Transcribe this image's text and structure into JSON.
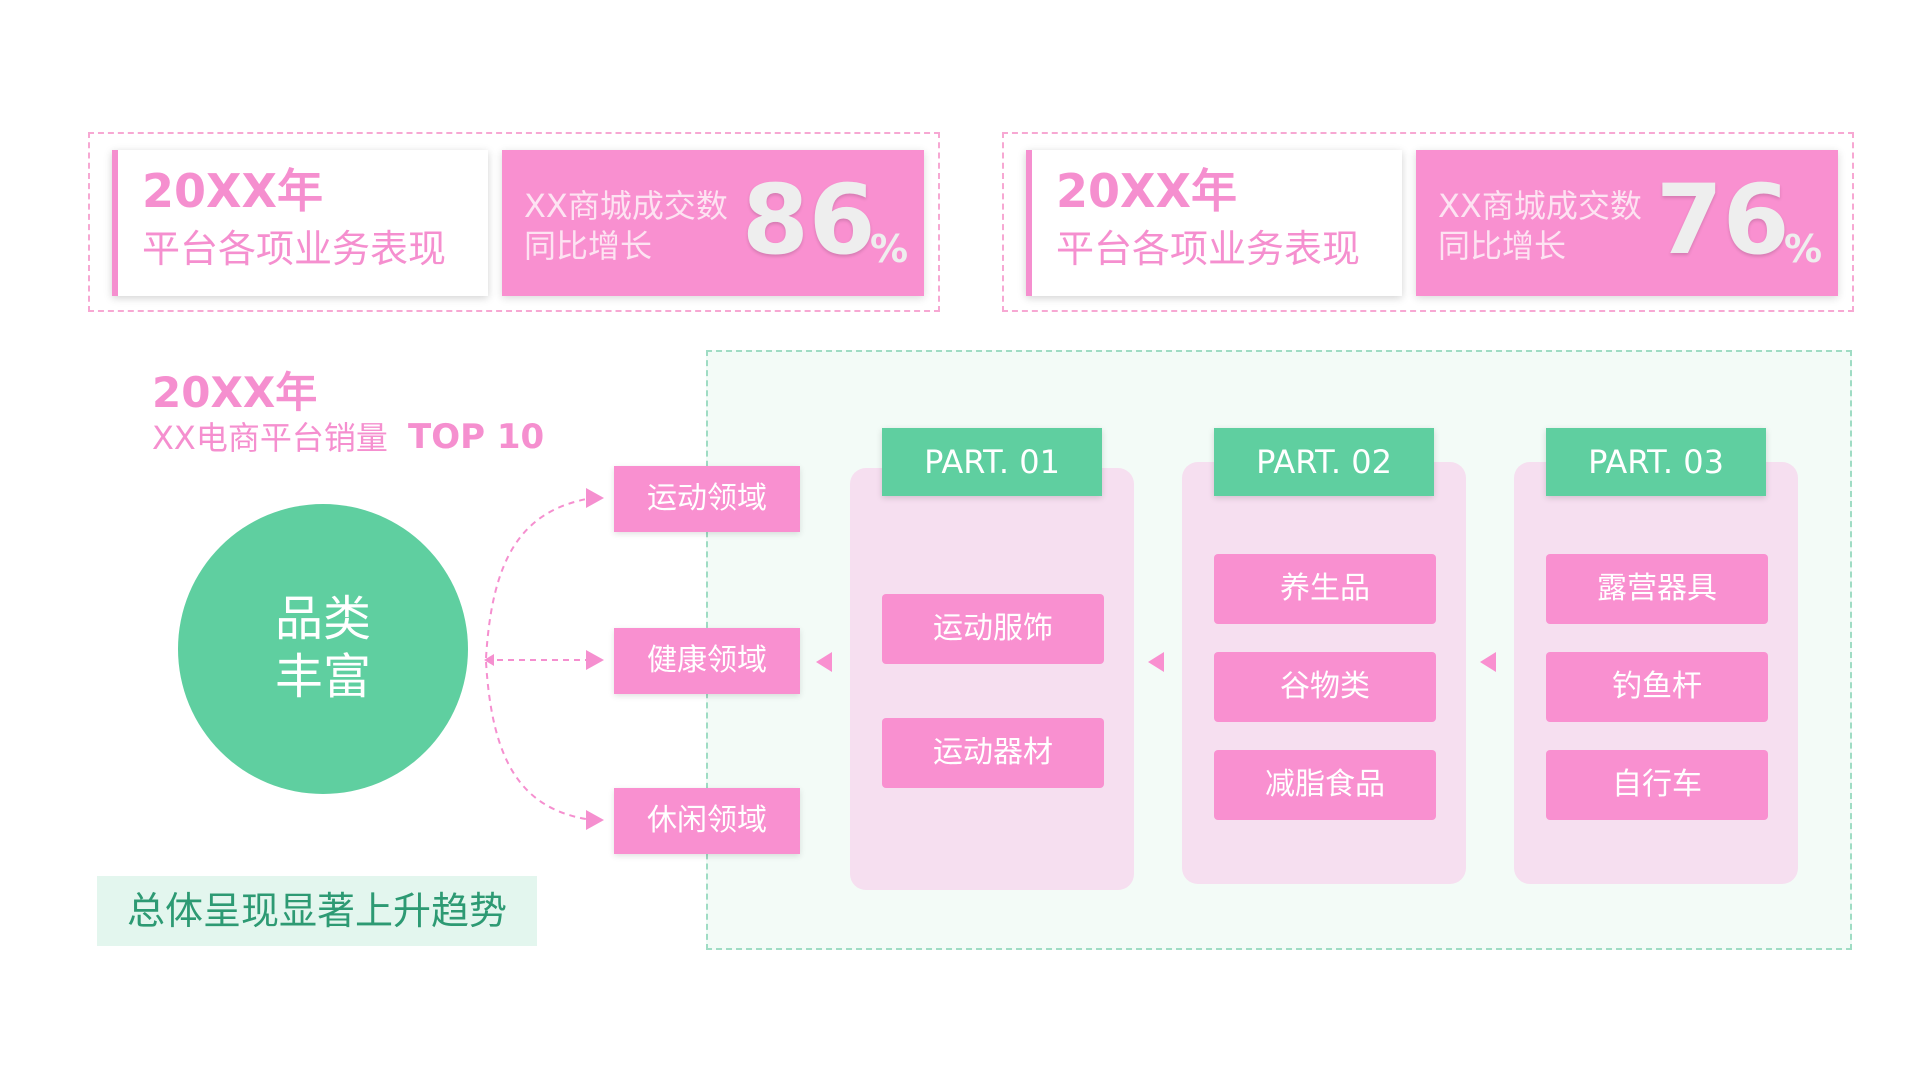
{
  "stat_cards": [
    {
      "year": "20XX年",
      "subtitle": "平台各项业务表现",
      "line1": "XX商城成交数",
      "line2": "同比增长",
      "number": "86",
      "unit": "%"
    },
    {
      "year": "20XX年",
      "subtitle": "平台各项业务表现",
      "line1": "XX商城成交数",
      "line2": "同比增长",
      "number": "76",
      "unit": "%"
    }
  ],
  "section": {
    "year": "20XX年",
    "subtitle": "XX电商平台销量",
    "top_label": "TOP 10"
  },
  "hub": {
    "line1": "品类",
    "line2": "丰富"
  },
  "domains": [
    "运动领域",
    "健康领域",
    "休闲领域"
  ],
  "summary": "总体呈现显著上升趋势",
  "parts": [
    {
      "title": "PART. 01",
      "items": [
        "运动服饰",
        "运动器材"
      ]
    },
    {
      "title": "PART. 02",
      "items": [
        "养生品",
        "谷物类",
        "减脂食品"
      ]
    },
    {
      "title": "PART. 03",
      "items": [
        "露营器具",
        "钓鱼杆",
        "自行车"
      ]
    }
  ],
  "colors": {
    "pink": "#f990d0",
    "pink_text": "#f58fcf",
    "green": "#5fcfa0",
    "panel_bg": "#f3fbf7",
    "column_bg": "#f6dff0"
  }
}
